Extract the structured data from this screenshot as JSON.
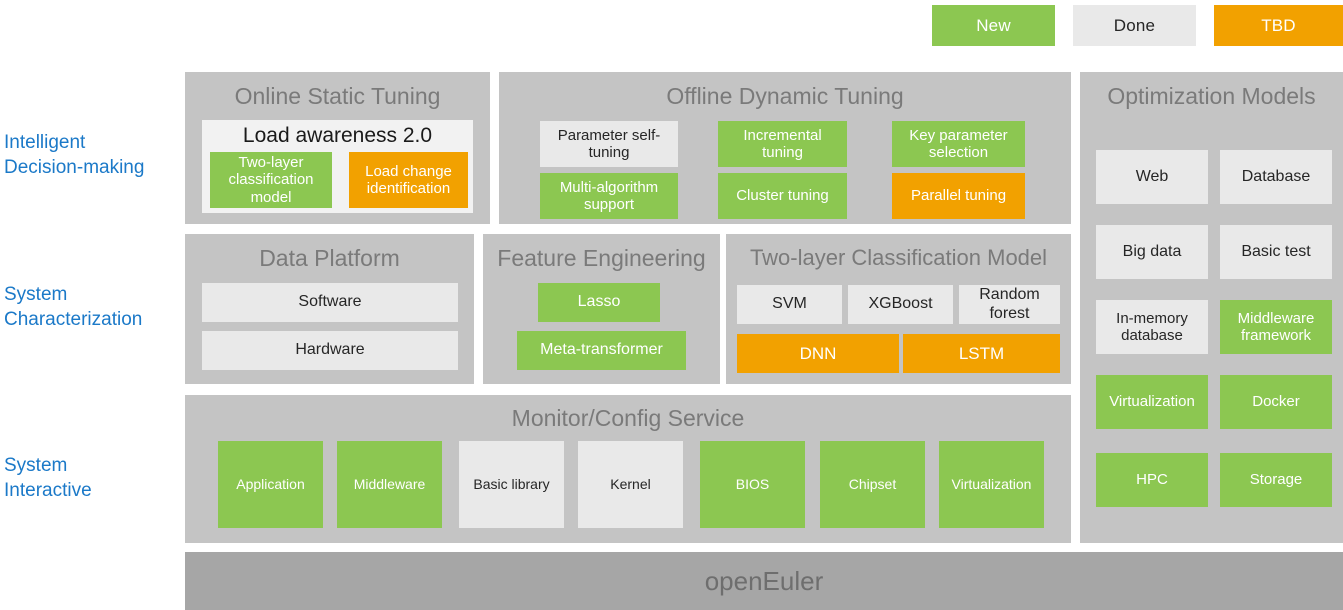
{
  "legend": {
    "items": [
      {
        "label": "New",
        "status": "new"
      },
      {
        "label": "Done",
        "status": "done"
      },
      {
        "label": "TBD",
        "status": "tbd"
      }
    ]
  },
  "colors": {
    "new": "#8CC751",
    "done": "#E9E9E9",
    "tbd": "#F2A100",
    "panel": "#C4C4C4",
    "footer": "#A6A6A6",
    "sidebar_text": "#1B79C8",
    "panel_title": "#7A7A7A"
  },
  "sidebar": {
    "items": [
      {
        "line1": "Intelligent",
        "line2": "Decision-making"
      },
      {
        "line1": "System",
        "line2": "Characterization"
      },
      {
        "line1": "System",
        "line2": "Interactive"
      }
    ]
  },
  "online_static_tuning": {
    "title": "Online Static Tuning",
    "card": {
      "title": "Load awareness 2.0",
      "items": [
        {
          "label": "Two-layer classification model",
          "status": "new"
        },
        {
          "label": "Load change identification",
          "status": "tbd"
        }
      ]
    }
  },
  "offline_dynamic_tuning": {
    "title": "Offline Dynamic Tuning",
    "items": [
      {
        "label": "Parameter self-tuning",
        "status": "done"
      },
      {
        "label": "Incremental tuning",
        "status": "new"
      },
      {
        "label": "Key parameter selection",
        "status": "new"
      },
      {
        "label": "Multi-algorithm support",
        "status": "new"
      },
      {
        "label": "Cluster tuning",
        "status": "new"
      },
      {
        "label": "Parallel tuning",
        "status": "tbd"
      }
    ]
  },
  "optimization_models": {
    "title": "Optimization Models",
    "items": [
      {
        "label": "Web",
        "status": "done"
      },
      {
        "label": "Database",
        "status": "done"
      },
      {
        "label": "Big data",
        "status": "done"
      },
      {
        "label": "Basic test",
        "status": "done"
      },
      {
        "label": "In-memory database",
        "status": "done"
      },
      {
        "label": "Middleware framework",
        "status": "new"
      },
      {
        "label": "Virtualization",
        "status": "new"
      },
      {
        "label": "Docker",
        "status": "new"
      },
      {
        "label": "HPC",
        "status": "new"
      },
      {
        "label": "Storage",
        "status": "new"
      }
    ]
  },
  "data_platform": {
    "title": "Data Platform",
    "items": [
      {
        "label": "Software",
        "status": "done"
      },
      {
        "label": "Hardware",
        "status": "done"
      }
    ]
  },
  "feature_engineering": {
    "title": "Feature Engineering",
    "items": [
      {
        "label": "Lasso",
        "status": "new"
      },
      {
        "label": "Meta-transformer",
        "status": "new"
      }
    ]
  },
  "two_layer_classification": {
    "title": "Two-layer Classification Model",
    "row1": [
      {
        "label": "SVM",
        "status": "done"
      },
      {
        "label": "XGBoost",
        "status": "done"
      },
      {
        "label": "Random forest",
        "status": "done"
      }
    ],
    "row2": [
      {
        "label": "DNN",
        "status": "tbd"
      },
      {
        "label": "LSTM",
        "status": "tbd"
      }
    ]
  },
  "monitor_config": {
    "title": "Monitor/Config Service",
    "items": [
      {
        "label": "Application",
        "status": "new"
      },
      {
        "label": "Middleware",
        "status": "new"
      },
      {
        "label": "Basic library",
        "status": "done"
      },
      {
        "label": "Kernel",
        "status": "done"
      },
      {
        "label": "BIOS",
        "status": "new"
      },
      {
        "label": "Chipset",
        "status": "new"
      },
      {
        "label": "Virtualization",
        "status": "new"
      }
    ]
  },
  "footer": {
    "label": "openEuler"
  }
}
